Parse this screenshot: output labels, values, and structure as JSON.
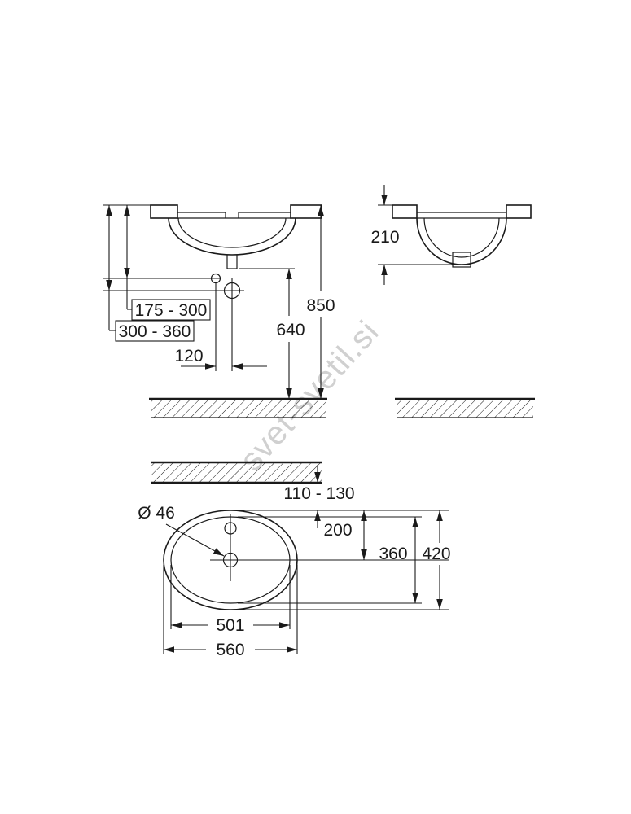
{
  "watermark": {
    "text": "svet-svetil.si"
  },
  "colors": {
    "line": "#1a1a1a",
    "background": "#ffffff",
    "watermark": "#c8c8c8"
  },
  "front_view": {
    "dim_range_upper": "175 - 300",
    "dim_range_lower": "300 - 360",
    "dim_hole_offset": "120",
    "dim_drain_height": "640",
    "dim_counter_height": "850"
  },
  "side_view": {
    "dim_depth": "210"
  },
  "plan_view": {
    "dim_drain_diameter": "Ø 46",
    "dim_wall_offset": "110 - 130",
    "dim_rim_to_drain": "200",
    "dim_inner_length": "360",
    "dim_outer_length": "420",
    "dim_inner_width": "501",
    "dim_outer_width": "560"
  }
}
